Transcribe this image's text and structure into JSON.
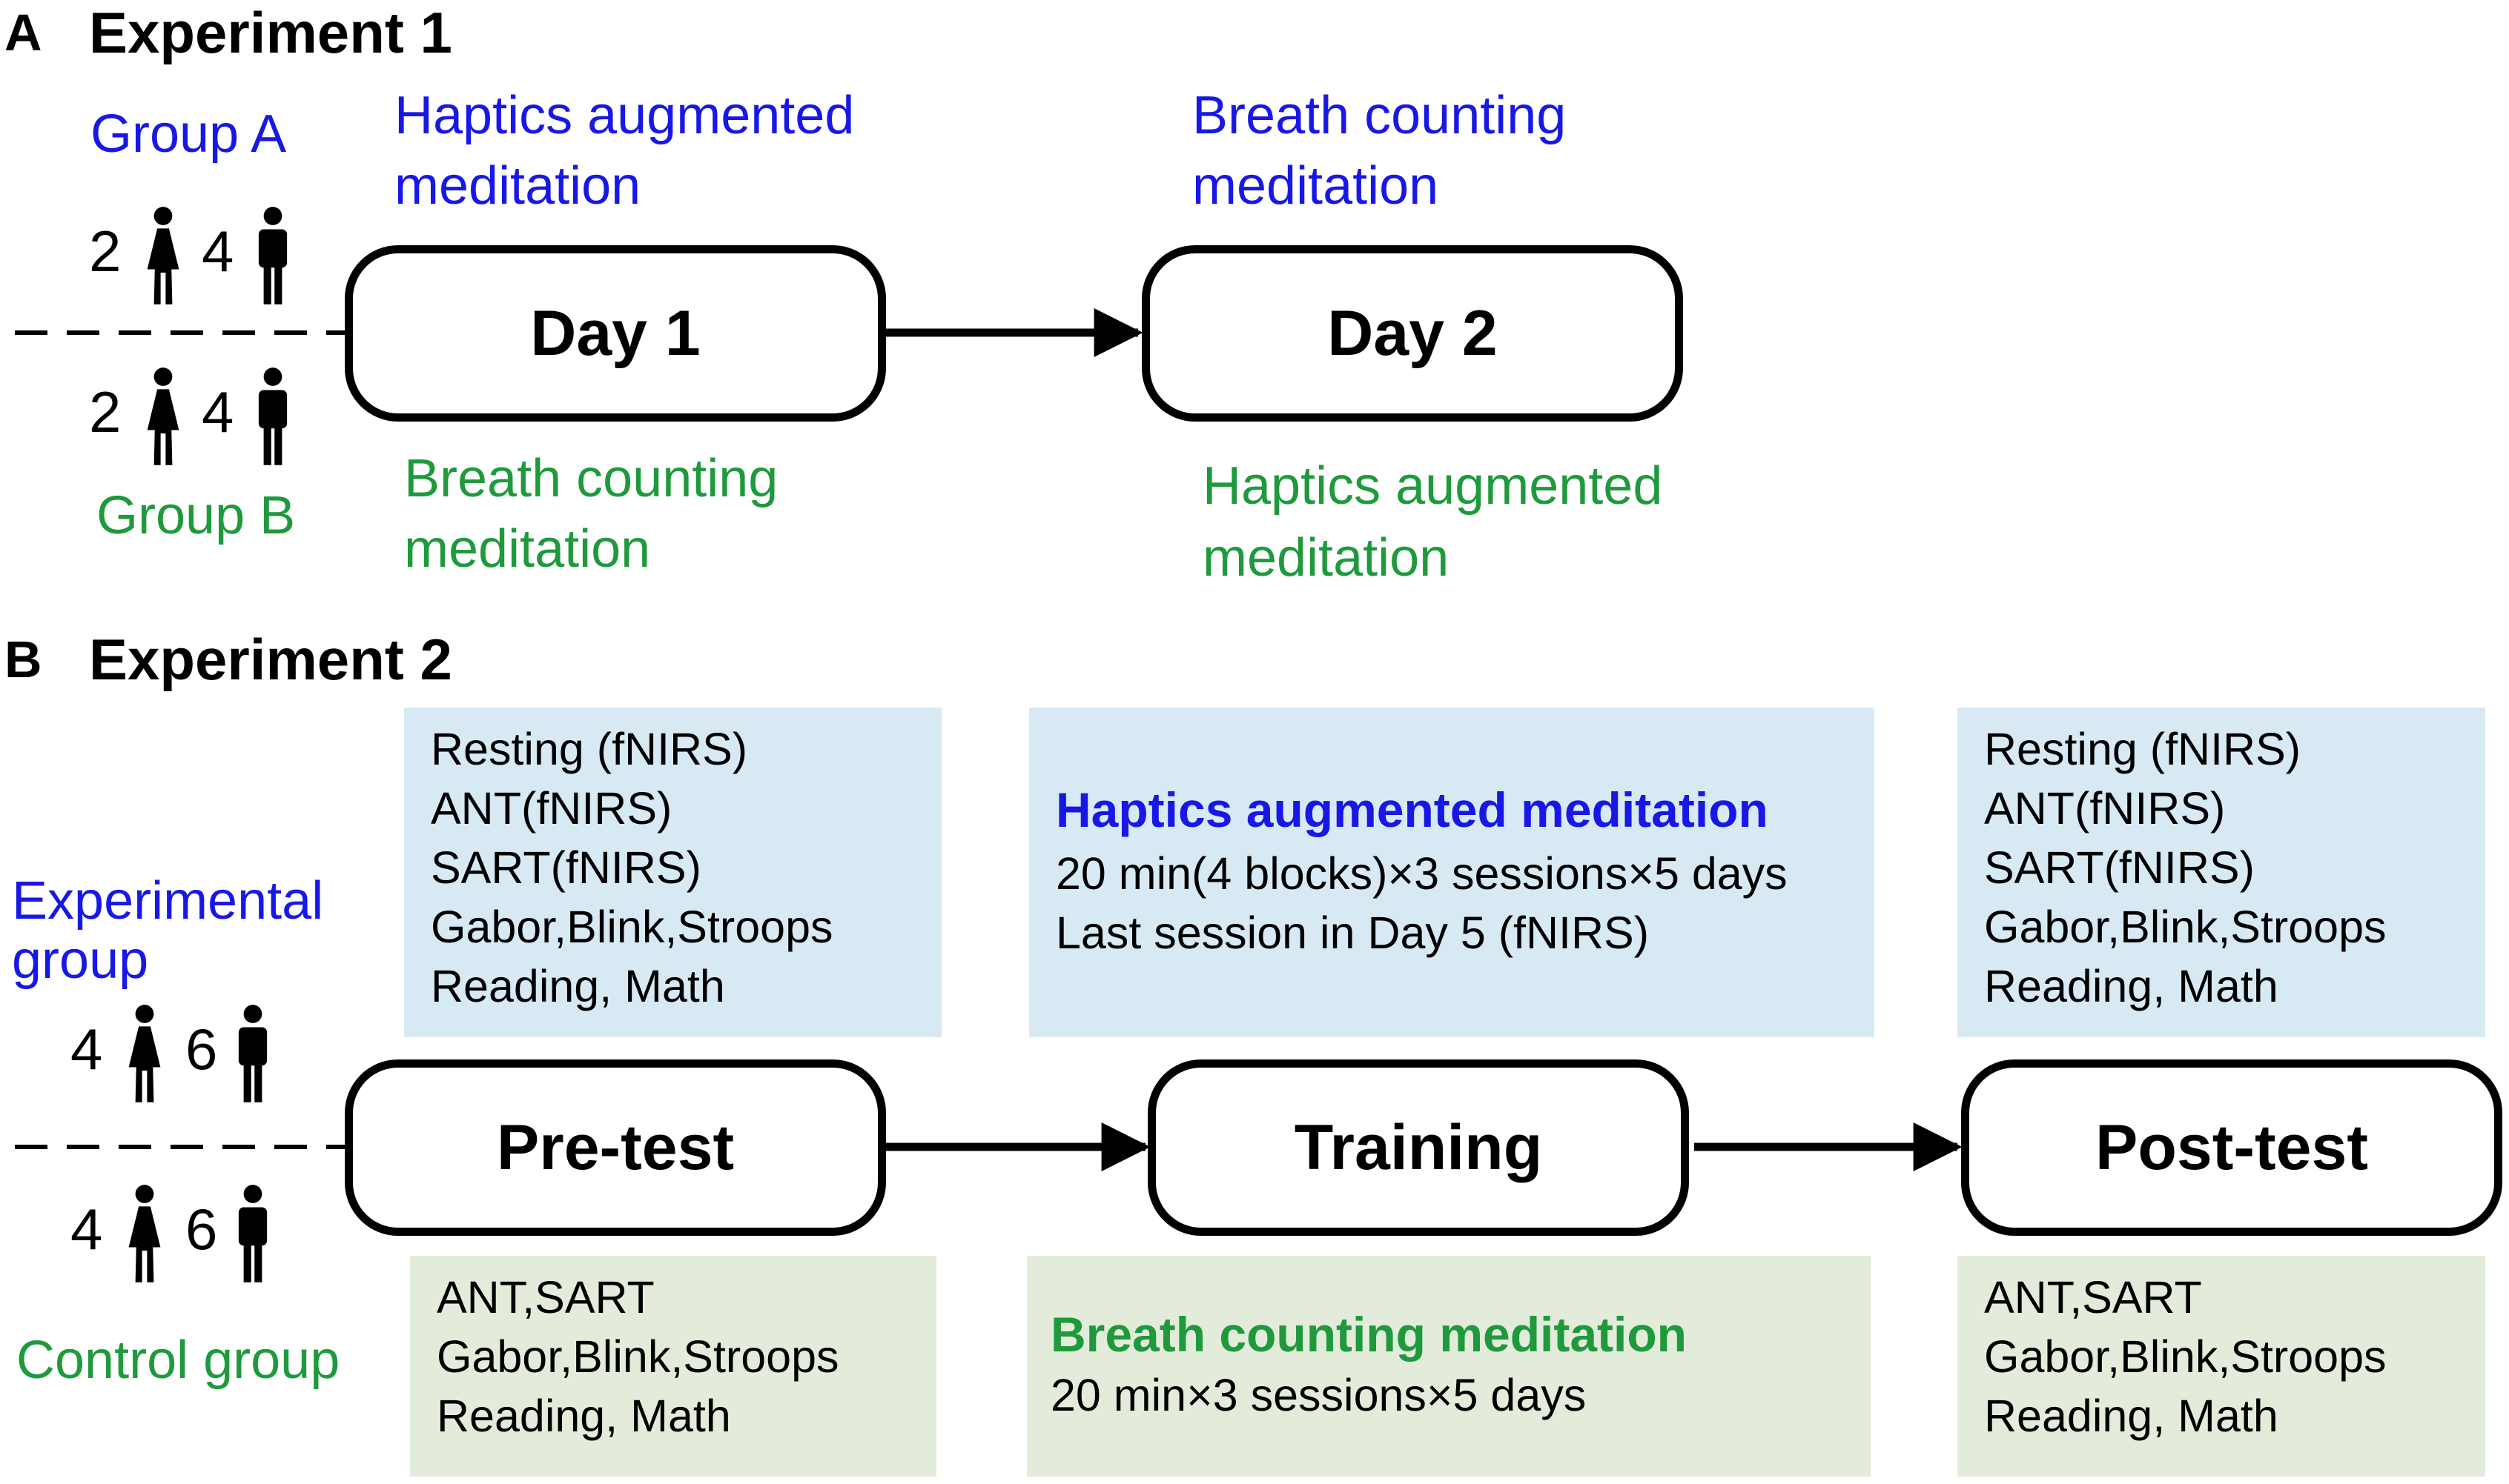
{
  "colors": {
    "group_a": "#1818e6",
    "group_b": "#1e9a3c",
    "info_blue": "#d7eaf3",
    "info_green": "#e3ecda",
    "stroke": "#000000"
  },
  "icons": [
    "female-person-icon",
    "male-person-icon"
  ],
  "experiment1": {
    "panel_letter": "A",
    "title": "Experiment 1",
    "group_a": {
      "label": "Group A",
      "females": "2",
      "males": "4"
    },
    "group_b": {
      "label": "Group B",
      "females": "2",
      "males": "4"
    },
    "day1": {
      "label": "Day 1",
      "group_a_condition": [
        "Haptics augmented",
        "meditation"
      ],
      "group_b_condition": [
        "Breath counting",
        "meditation"
      ]
    },
    "day2": {
      "label": "Day 2",
      "group_a_condition": [
        "Breath counting",
        "meditation"
      ],
      "group_b_condition": [
        "Haptics augmented",
        "meditation"
      ]
    }
  },
  "experiment2": {
    "panel_letter": "B",
    "title": "Experiment 2",
    "experimental_group": {
      "label": [
        "Experimental",
        "group"
      ],
      "females": "4",
      "males": "6"
    },
    "control_group": {
      "label": "Control group",
      "females": "4",
      "males": "6"
    },
    "stages": [
      "Pre-test",
      "Training",
      "Post-test"
    ],
    "pretest_experimental": [
      "Resting (fNIRS)",
      "ANT(fNIRS)",
      "SART(fNIRS)",
      "Gabor,Blink,Stroops",
      "Reading, Math"
    ],
    "pretest_control": [
      "ANT,SART",
      "Gabor,Blink,Stroops",
      "Reading, Math"
    ],
    "training_experimental": {
      "heading": "Haptics augmented meditation",
      "lines": [
        "20 min(4 blocks)×3 sessions×5 days",
        "Last session in Day 5 (fNIRS)"
      ]
    },
    "training_control": {
      "heading": "Breath counting meditation",
      "lines": [
        "20 min×3 sessions×5 days"
      ]
    },
    "posttest_experimental": [
      "Resting (fNIRS)",
      "ANT(fNIRS)",
      "SART(fNIRS)",
      "Gabor,Blink,Stroops",
      "Reading, Math"
    ],
    "posttest_control": [
      "ANT,SART",
      "Gabor,Blink,Stroops",
      "Reading, Math"
    ]
  }
}
